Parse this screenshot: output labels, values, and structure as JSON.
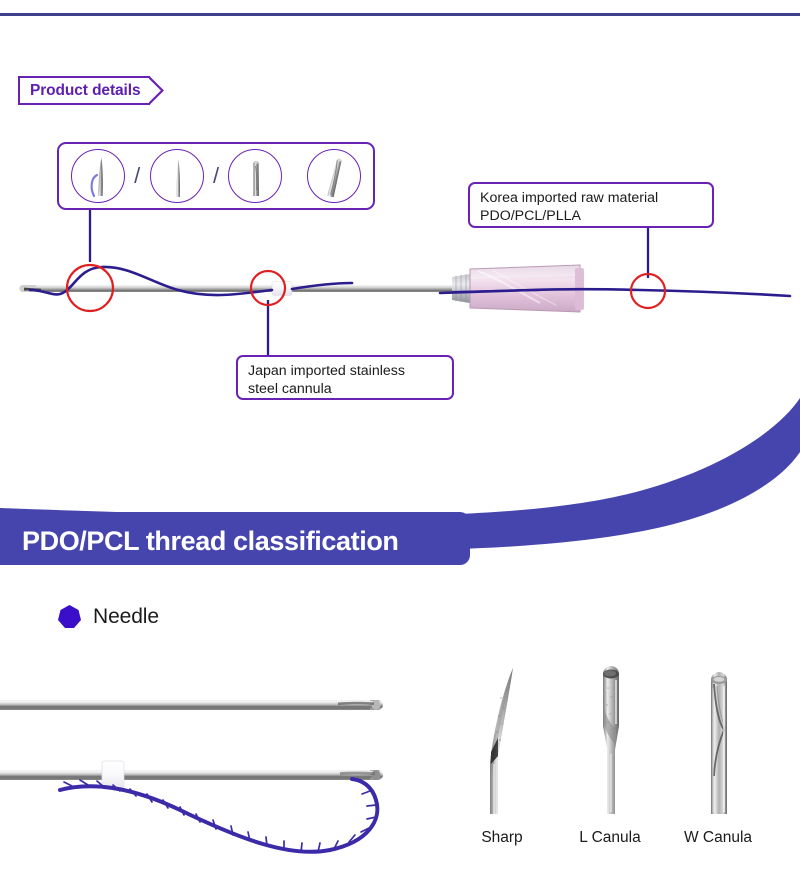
{
  "page": {
    "background_color": "#ffffff",
    "accent_purple": "#6a22b5",
    "banner_blue": "#4645ad",
    "thread_purple": "#3b2ba8",
    "marker_red": "#e02020",
    "steel_gray": "#9a9a9a",
    "hub_pink": "#e8c7de",
    "top_rule_color": "#3f3f8e"
  },
  "product_details": {
    "tag_label": "Product details",
    "tip_circles": [
      {
        "name": "needle-tip-closeup-1",
        "description": "threaded sharp needle tip with purple suture"
      },
      {
        "name": "needle-tip-closeup-2",
        "description": "sharp bevel needle tip"
      },
      {
        "name": "needle-tip-closeup-3",
        "description": "blunt L cannula tip"
      },
      {
        "name": "needle-tip-closeup-4",
        "description": "angled W cannula tip"
      }
    ],
    "separators": [
      "/",
      "/"
    ],
    "callouts": [
      {
        "id": "korea",
        "lines": [
          "Korea imported raw material",
          "PDO/PCL/PLLA"
        ]
      },
      {
        "id": "japan",
        "lines": [
          "Japan imported stainless",
          "steel cannula"
        ]
      }
    ],
    "markers": [
      {
        "name": "marker-needle-tip"
      },
      {
        "name": "marker-cannula-shaft"
      },
      {
        "name": "marker-thread-end"
      }
    ]
  },
  "banner": {
    "title": "PDO/PCL thread classification"
  },
  "needle_section": {
    "bullet_icon": "heptagon-bullet-icon",
    "heading": "Needle",
    "diagrams": [
      {
        "name": "plain-cannula-diagram",
        "description": "stainless steel cannula, no thread"
      },
      {
        "name": "threaded-cannula-diagram",
        "description": "stainless steel cannula with barbed purple thread loop and white collar"
      }
    ],
    "tips": [
      {
        "label": "Sharp",
        "icon": "sharp-needle-tip-icon"
      },
      {
        "label": "L Canula",
        "icon": "l-cannula-tip-icon"
      },
      {
        "label": "W Canula",
        "icon": "w-cannula-tip-icon"
      }
    ]
  }
}
